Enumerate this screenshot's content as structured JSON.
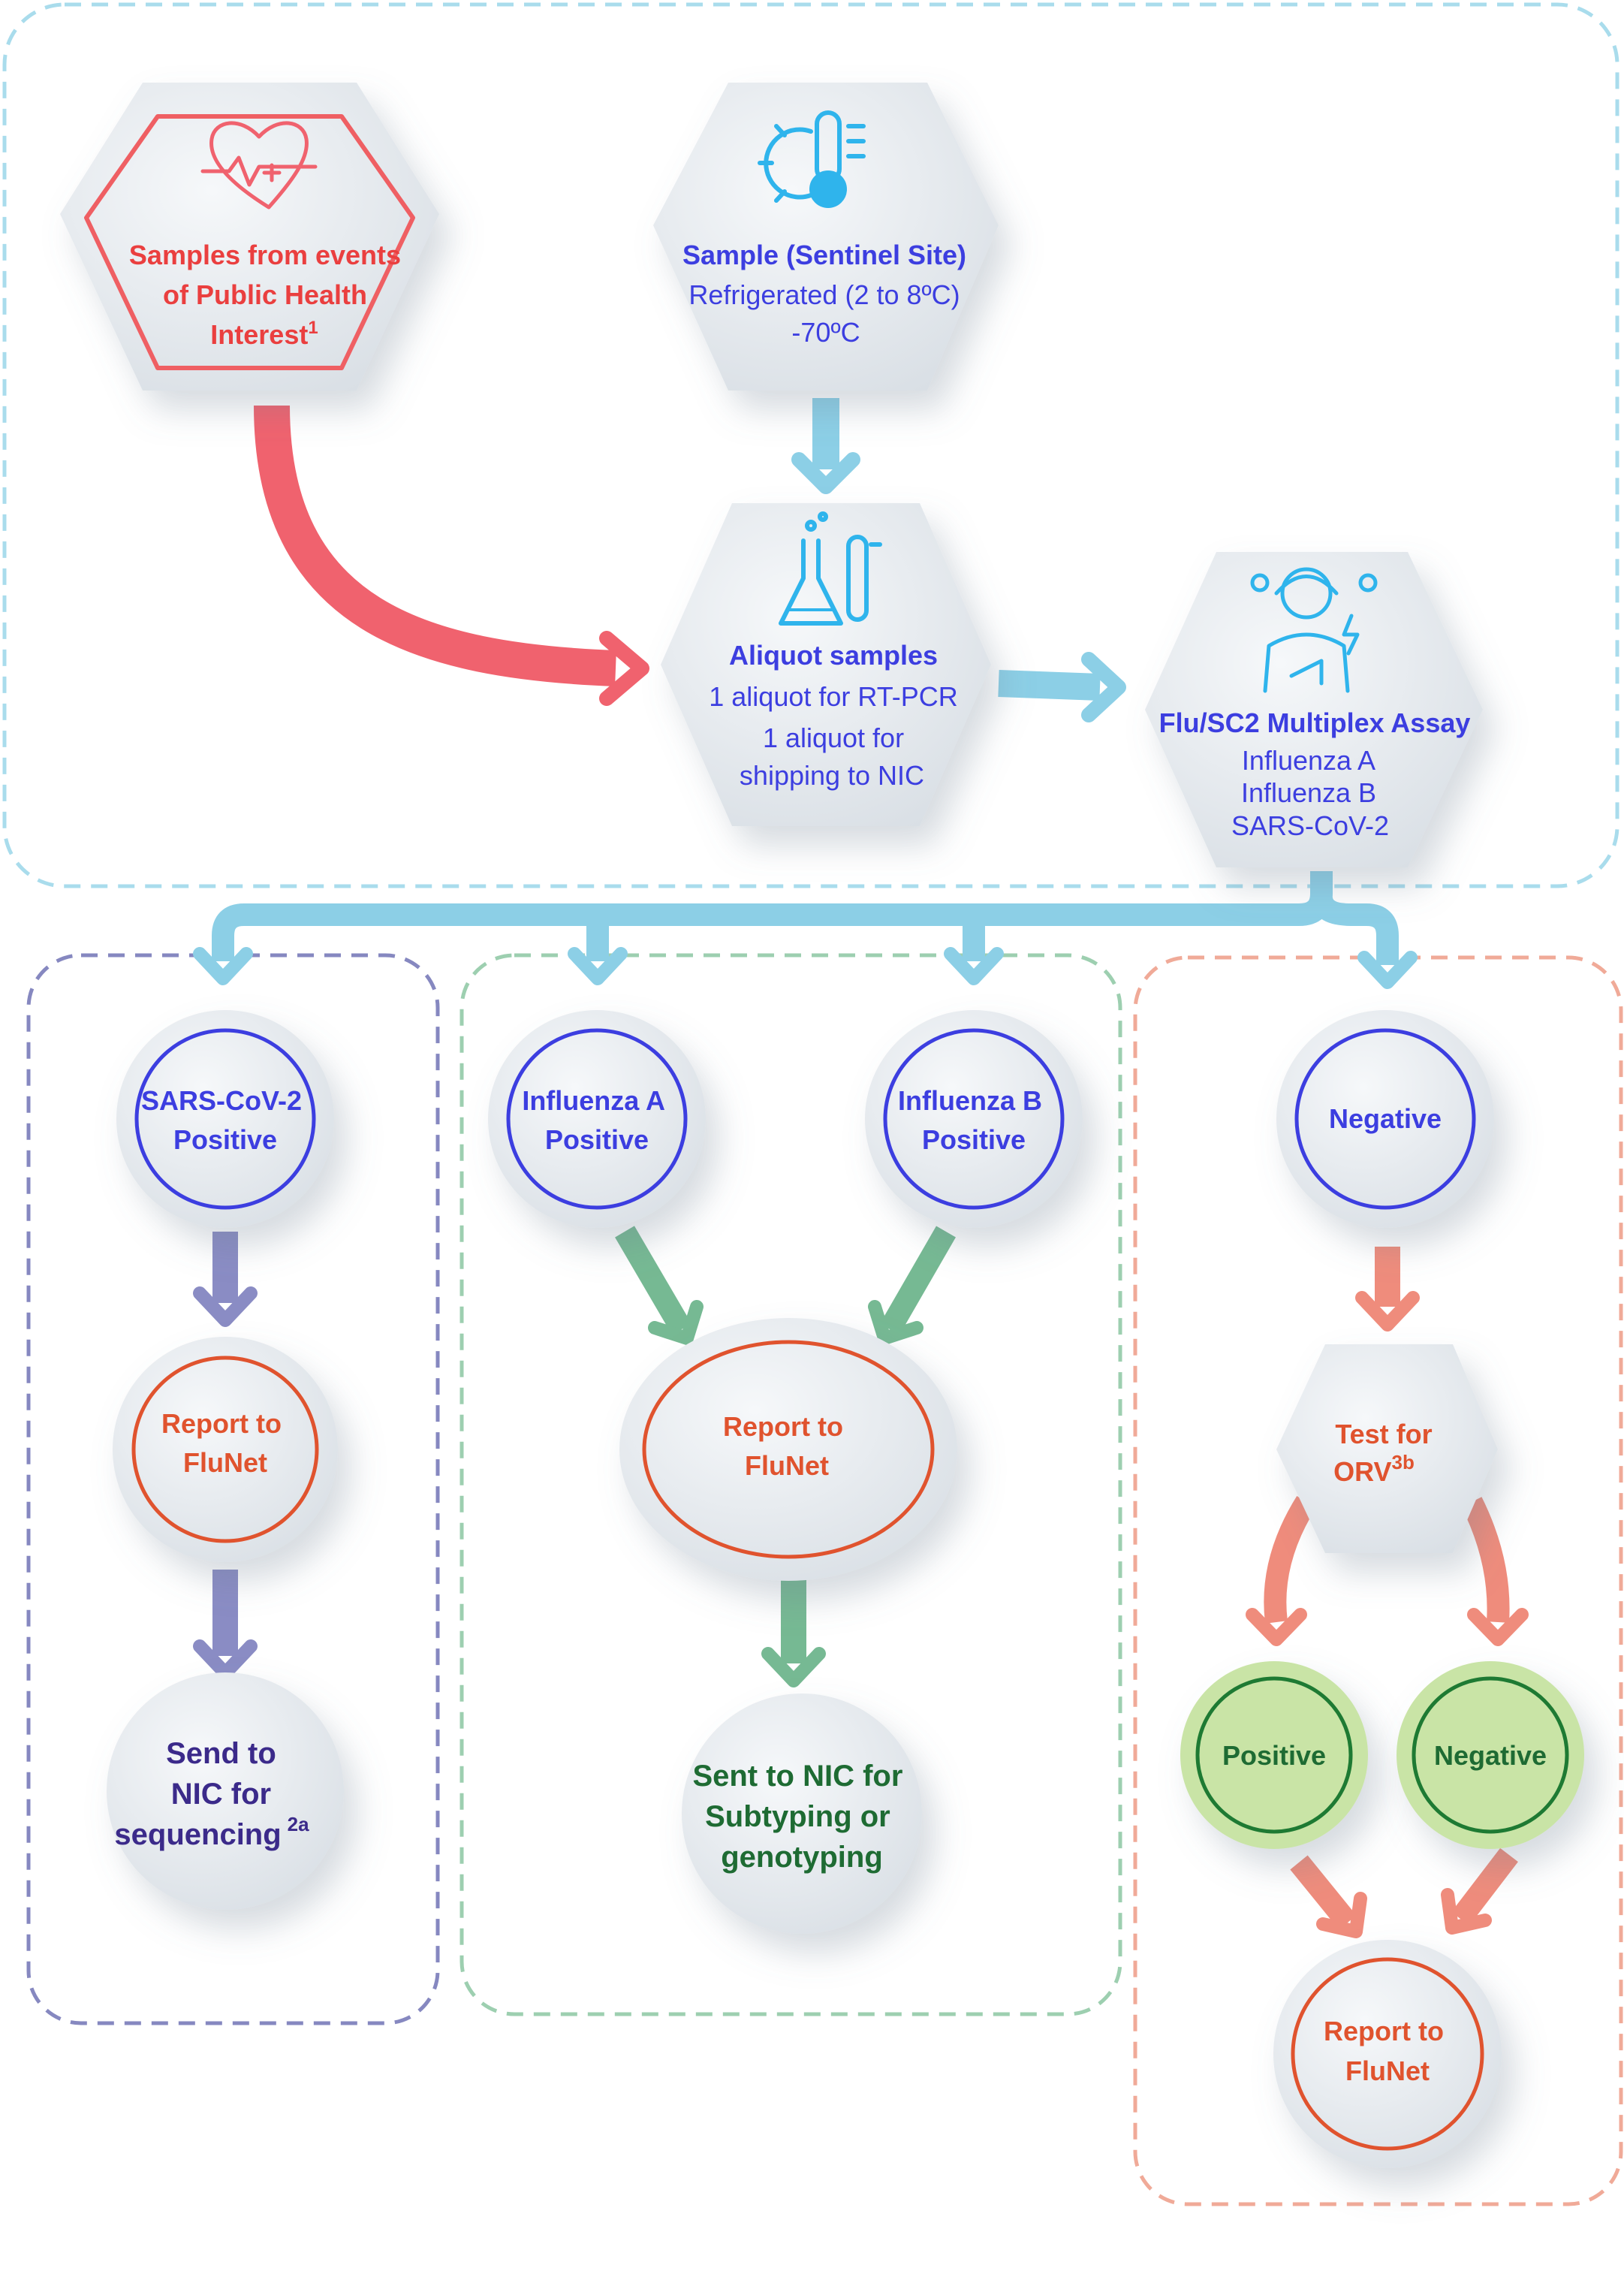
{
  "colors": {
    "red": "#f0626e",
    "blue": "#8ccfe6",
    "purple": "#8a8cc4",
    "green": "#76b993",
    "salmon": "#ef8c7c",
    "node_blue_text": "#3c3ee0",
    "node_red_text": "#ea3f3f",
    "node_orange_text": "#e0532e",
    "node_green_text": "#1e6b33",
    "node_purple_text": "#3b2a8a",
    "green_fill": "#c9e4a6",
    "gray_fill": "#e7ebef"
  },
  "icons": {
    "public_health": "heart-pulse-icon",
    "sentinel": "thermometer-sun-icon",
    "aliquot": "lab-flask-icon",
    "assay": "lab-technician-icon"
  },
  "nodes": {
    "public_health": {
      "line1": "Samples from events",
      "line2": "of Public Health",
      "line3": "Interest",
      "sup": "1"
    },
    "sentinel": {
      "title": "Sample (Sentinel Site)",
      "line2": "Refrigerated (2 to 8ºC)",
      "line3": "-70ºC"
    },
    "aliquot": {
      "title": "Aliquot samples",
      "line2": "1 aliquot for RT-PCR",
      "line3": "1 aliquot for",
      "line4": "shipping to NIC"
    },
    "assay": {
      "title": "Flu/SC2 Multiplex Assay",
      "line2": "Influenza A",
      "line3": "Influenza B",
      "line4": "SARS-CoV-2"
    },
    "sars_positive": {
      "line1": "SARS-CoV-2",
      "line2": "Positive"
    },
    "flu_a_positive": {
      "line1": "Influenza A",
      "line2": "Positive"
    },
    "flu_b_positive": {
      "line1": "Influenza B",
      "line2": "Positive"
    },
    "negative": {
      "line1": "Negative"
    },
    "report_sars": {
      "line1": "Report to",
      "line2": "FluNet"
    },
    "report_flu": {
      "line1": "Report to",
      "line2": "FluNet"
    },
    "test_orv": {
      "line1": "Test for",
      "line2": "ORV",
      "sup": "3b"
    },
    "send_nic_seq": {
      "line1": "Send to",
      "line2": "NIC for",
      "line3": "sequencing",
      "sup": "2a"
    },
    "sent_nic_sub": {
      "line1": "Sent to NIC for",
      "line2": "Subtyping or",
      "line3": "genotyping"
    },
    "orv_positive": {
      "line1": "Positive"
    },
    "orv_negative": {
      "line1": "Negative"
    },
    "report_orv": {
      "line1": "Report to",
      "line2": "FluNet"
    }
  }
}
